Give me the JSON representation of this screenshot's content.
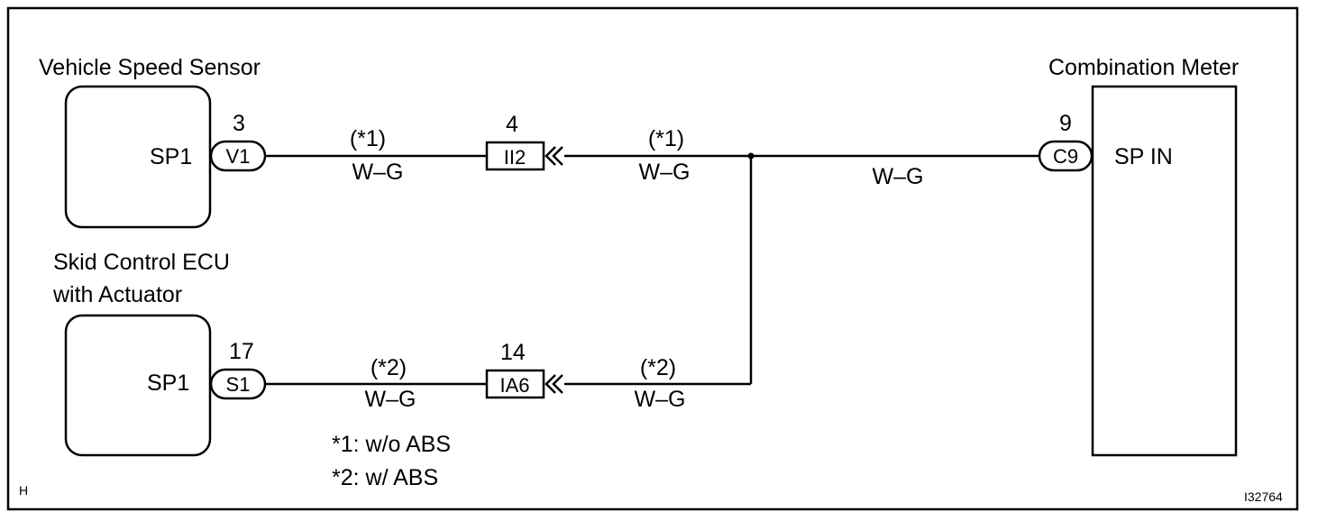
{
  "components": {
    "vehicle_speed_sensor": {
      "title": "Vehicle Speed Sensor",
      "terminal": "SP1",
      "connector": "V1",
      "pin": "3"
    },
    "skid_control_ecu": {
      "title_line1": "Skid Control ECU",
      "title_line2": "with Actuator",
      "terminal": "SP1",
      "connector": "S1",
      "pin": "17"
    },
    "combination_meter": {
      "title": "Combination Meter",
      "terminal": "SP IN",
      "connector": "C9",
      "pin": "9"
    }
  },
  "junctions": {
    "upper": {
      "id": "II2",
      "pin": "4"
    },
    "lower": {
      "id": "IA6",
      "pin": "14"
    }
  },
  "wires": {
    "upper_left": {
      "note": "(*1)",
      "color": "W–G"
    },
    "upper_mid": {
      "note": "(*1)",
      "color": "W–G"
    },
    "upper_right": {
      "color": "W–G"
    },
    "lower_left": {
      "note": "(*2)",
      "color": "W–G"
    },
    "lower_mid": {
      "note": "(*2)",
      "color": "W–G"
    }
  },
  "notes": {
    "note1": "*1: w/o ABS",
    "note2": "*2: w/ ABS"
  },
  "corner_mark": "H",
  "figure_id": "I32764"
}
